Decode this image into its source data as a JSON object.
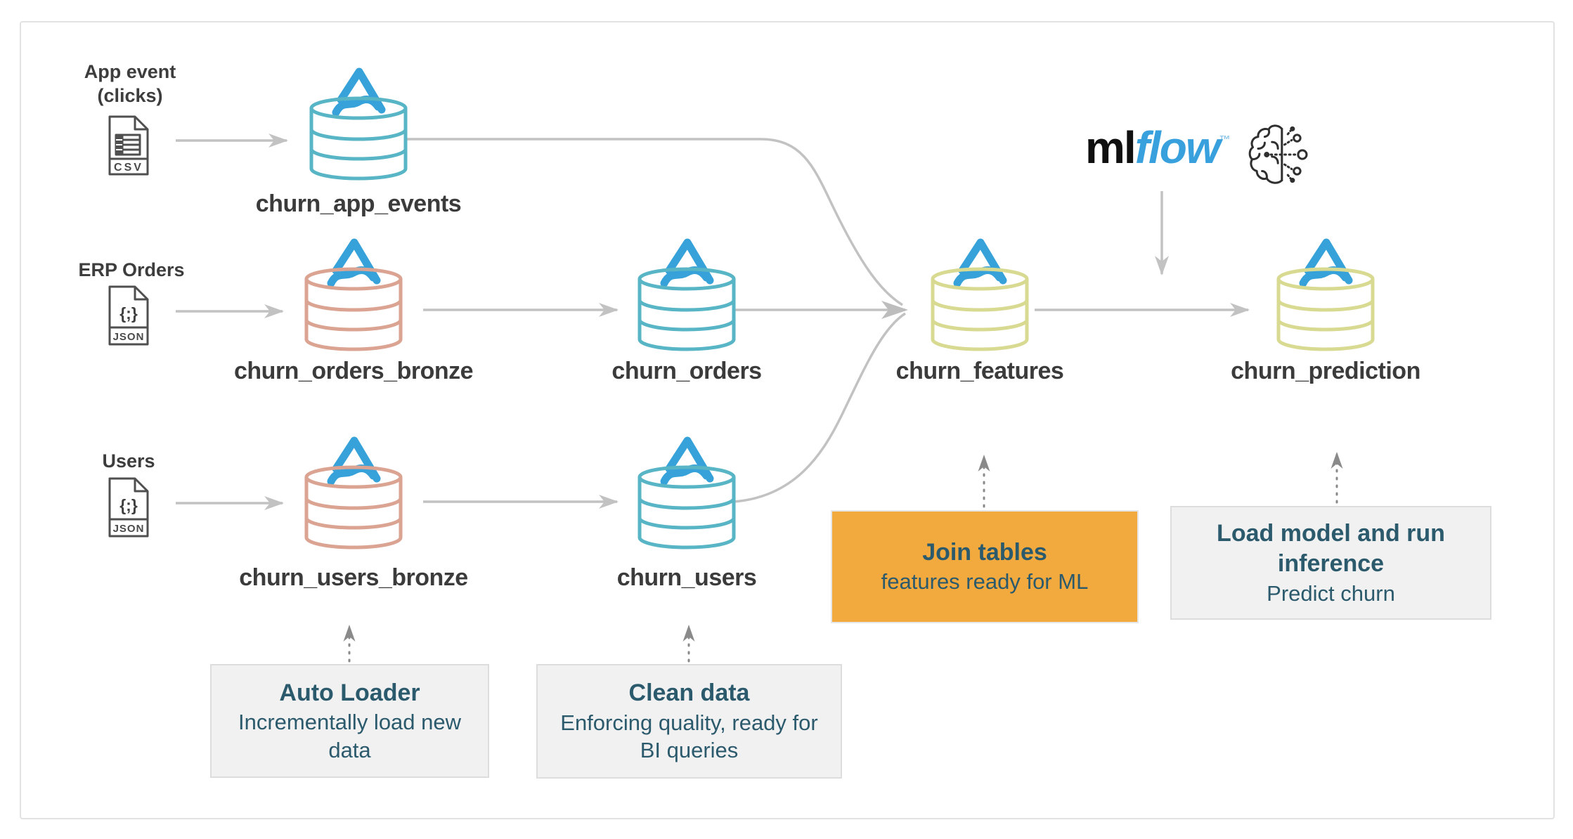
{
  "sources": [
    {
      "line1": "App event",
      "line2": "(clicks)",
      "badge": "CSV"
    },
    {
      "label": "ERP Orders",
      "badge": "JSON",
      "glyph": "{;}"
    },
    {
      "label": "Users",
      "badge": "JSON",
      "glyph": "{;}"
    }
  ],
  "tables": [
    {
      "name": "churn_app_events",
      "tier": "teal"
    },
    {
      "name": "churn_orders_bronze",
      "tier": "bronze"
    },
    {
      "name": "churn_orders",
      "tier": "teal"
    },
    {
      "name": "churn_users_bronze",
      "tier": "bronze"
    },
    {
      "name": "churn_users",
      "tier": "teal"
    },
    {
      "name": "churn_features",
      "tier": "gold"
    },
    {
      "name": "churn_prediction",
      "tier": "gold"
    }
  ],
  "mlflow": {
    "ml": "ml",
    "flow": "flow",
    "tm": "™"
  },
  "annotations": [
    {
      "title": "Auto Loader",
      "subtitle": "Incrementally load new data",
      "style": "gray"
    },
    {
      "title": "Clean data",
      "subtitle": "Enforcing quality, ready for BI queries",
      "style": "gray"
    },
    {
      "title": "Join tables",
      "subtitle": "features ready for ML",
      "style": "orange"
    },
    {
      "title": "Load model and run inference",
      "subtitle": "Predict churn",
      "style": "gray"
    }
  ],
  "colors": {
    "teal": "#58b5c5",
    "bronze": "#dba392",
    "gold": "#d8da92",
    "logo_blue": "#36a2d9",
    "arrow_gray": "#c2c2c2",
    "dotted_gray": "#8a8a8a",
    "accent_orange": "#f2a93d",
    "box_text": "#2c5a6d",
    "label_text": "#3b3b3b",
    "mlflow_blue": "#38a1dd"
  }
}
